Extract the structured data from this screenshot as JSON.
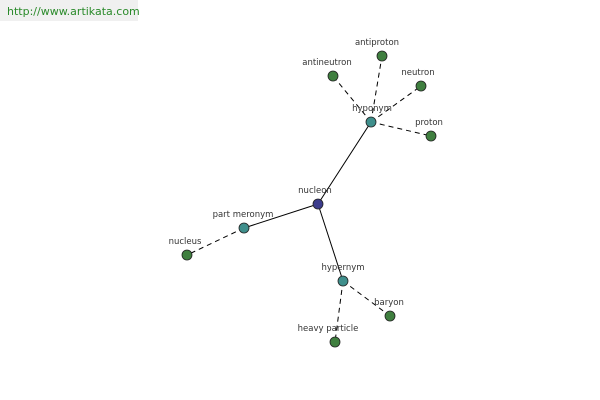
{
  "header": {
    "url": "http://www.artikata.com"
  },
  "colors": {
    "center_node": "#3b3b8c",
    "relation_node": "#3f8f8c",
    "leaf_node": "#3f7f3f",
    "node_stroke": "#222222",
    "edge": "#000000"
  },
  "graph": {
    "nodes": [
      {
        "id": "nucleon",
        "label": "nucleon",
        "kind": "center"
      },
      {
        "id": "hyponym",
        "label": "hyponym",
        "kind": "relation"
      },
      {
        "id": "part_meronym",
        "label": "part meronym",
        "kind": "relation"
      },
      {
        "id": "hypernym",
        "label": "hypernym",
        "kind": "relation"
      },
      {
        "id": "antiproton",
        "label": "antiproton",
        "kind": "leaf"
      },
      {
        "id": "antineutron",
        "label": "antineutron",
        "kind": "leaf"
      },
      {
        "id": "neutron",
        "label": "neutron",
        "kind": "leaf"
      },
      {
        "id": "proton",
        "label": "proton",
        "kind": "leaf"
      },
      {
        "id": "nucleus",
        "label": "nucleus",
        "kind": "leaf"
      },
      {
        "id": "baryon",
        "label": "baryon",
        "kind": "leaf"
      },
      {
        "id": "heavy_particle",
        "label": "heavy particle",
        "kind": "leaf"
      }
    ],
    "edges": [
      {
        "from": "nucleon",
        "to": "hyponym",
        "style": "solid"
      },
      {
        "from": "nucleon",
        "to": "part_meronym",
        "style": "solid"
      },
      {
        "from": "nucleon",
        "to": "hypernym",
        "style": "solid"
      },
      {
        "from": "hyponym",
        "to": "antiproton",
        "style": "dashed"
      },
      {
        "from": "hyponym",
        "to": "antineutron",
        "style": "dashed"
      },
      {
        "from": "hyponym",
        "to": "neutron",
        "style": "dashed"
      },
      {
        "from": "hyponym",
        "to": "proton",
        "style": "dashed"
      },
      {
        "from": "part_meronym",
        "to": "nucleus",
        "style": "dashed"
      },
      {
        "from": "hypernym",
        "to": "baryon",
        "style": "dashed"
      },
      {
        "from": "hypernym",
        "to": "heavy_particle",
        "style": "dashed"
      }
    ]
  }
}
